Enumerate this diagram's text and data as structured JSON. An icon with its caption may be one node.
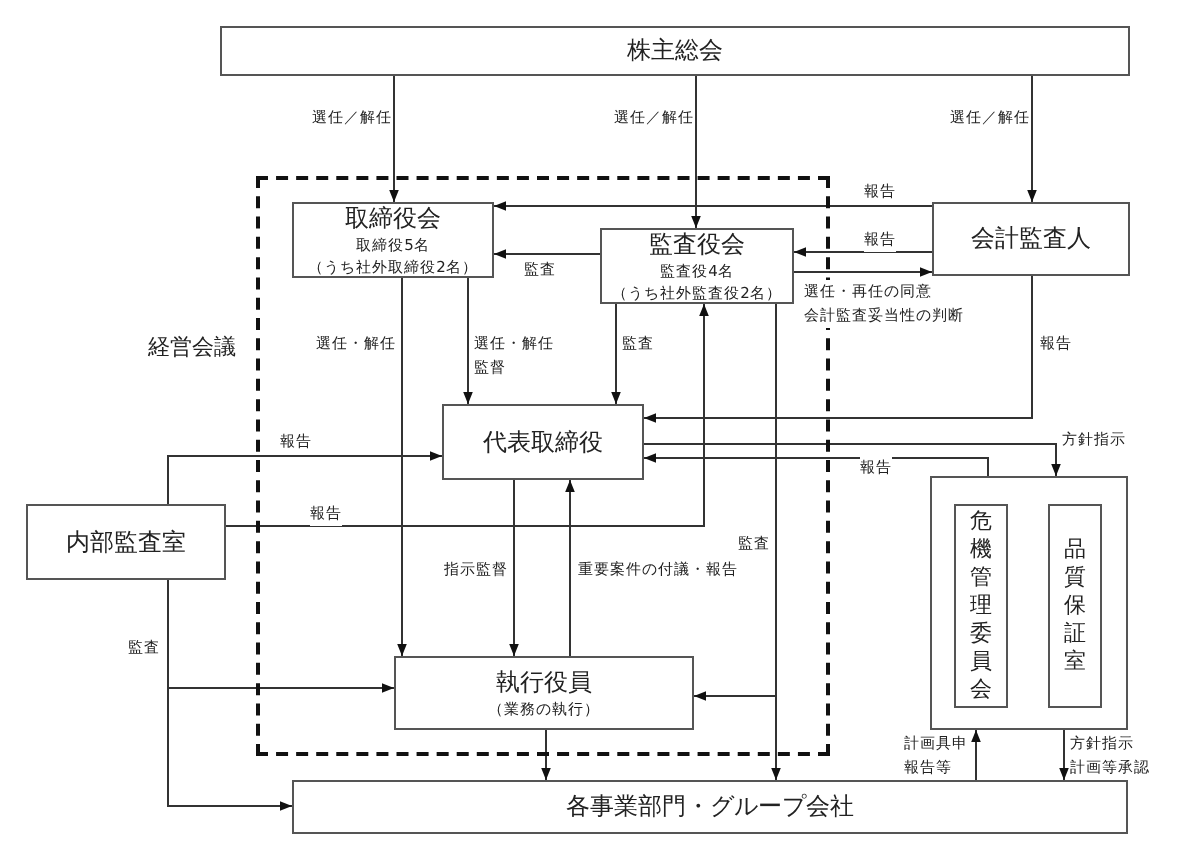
{
  "diagram": {
    "nodes": [
      {
        "text": [
          "株主総会"
        ]
      },
      {
        "text": [
          "経営会議"
        ]
      },
      {
        "text": [
          "取締役会",
          "取締役5名",
          "（うち社外取締役2名）"
        ],
        "in": 1
      },
      {
        "text": [
          "監査役会",
          "監査役4名",
          "（うち社外監査役2名）"
        ],
        "in": 1
      },
      {
        "text": [
          "会計監査人"
        ]
      },
      {
        "text": [
          "代表取締役"
        ],
        "in": 1
      },
      {
        "text": [
          "内部監査室"
        ]
      },
      {
        "text": [
          "執行役員",
          "（業務の執行）"
        ],
        "in": 1
      },
      {
        "text": [],
        "shape": "box"
      },
      {
        "text": [
          "危機管理委員会"
        ],
        "in": 8
      },
      {
        "text": [
          "品質保証室"
        ],
        "in": 8
      },
      {
        "text": [
          "各事業部門・グループ会社"
        ]
      }
    ],
    "edges": [
      {
        "from": 0,
        "to": 2,
        "arrow": "to",
        "label": "選任／解任"
      },
      {
        "from": 0,
        "to": 3,
        "arrow": "to",
        "label": "選任／解任"
      },
      {
        "from": 0,
        "to": 4,
        "arrow": "to",
        "label": "選任／解任"
      },
      {
        "from": 4,
        "to": 2,
        "arrow": "to",
        "label": "報告"
      },
      {
        "from": 3,
        "to": 2,
        "arrow": "to",
        "label": "監査"
      },
      {
        "from": 4,
        "to": 3,
        "arrow": "to",
        "label": "報告"
      },
      {
        "from": 3,
        "to": 4,
        "arrow": "to",
        "label": "選任・再任の同意会計監査妥当性の判断"
      },
      {
        "from": 2,
        "to": 7,
        "arrow": "to",
        "label": "選任・解任"
      },
      {
        "from": 2,
        "to": 5,
        "arrow": "to",
        "label": "選任・解任監督"
      },
      {
        "from": 3,
        "to": 5,
        "arrow": "to",
        "label": "監査"
      },
      {
        "from": 4,
        "to": 5,
        "arrow": "to",
        "label": "報告"
      },
      {
        "from": 6,
        "to": 5,
        "arrow": "to",
        "label": "報告"
      },
      {
        "from": 6,
        "to": 3,
        "arrow": "to",
        "label": "報告"
      },
      {
        "from": 5,
        "to": 7,
        "arrow": "to",
        "label": "指示監督"
      },
      {
        "from": 7,
        "to": 5,
        "arrow": "to",
        "label": "重要案件の付議・報告"
      },
      {
        "from": 3,
        "to": 11,
        "arrow": "to",
        "label": "監査"
      },
      {
        "from": 3,
        "to": 7,
        "arrow": "to"
      },
      {
        "from": 6,
        "to": 7,
        "arrow": "to",
        "label": "監査"
      },
      {
        "from": 6,
        "to": 11,
        "arrow": "to"
      },
      {
        "from": 7,
        "to": 11,
        "arrow": "to"
      },
      {
        "from": 5,
        "to": 8,
        "arrow": "to",
        "label": "方針指示"
      },
      {
        "from": 8,
        "to": 5,
        "arrow": "to",
        "label": "報告"
      },
      {
        "from": 11,
        "to": 8,
        "arrow": "to",
        "label": "計画具申報告等"
      },
      {
        "from": 8,
        "to": 11,
        "arrow": "to",
        "label": "方針指示計画等承認"
      }
    ]
  }
}
